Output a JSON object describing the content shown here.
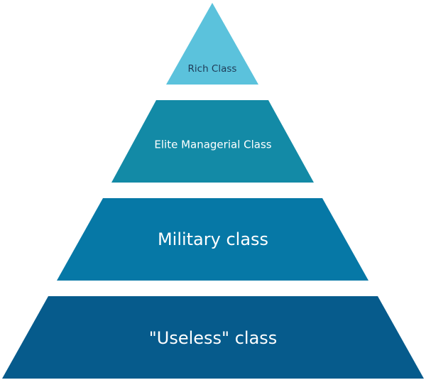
{
  "diagram": {
    "tiers": [
      {
        "label": "Rich Class",
        "fill": "#5bc2dc",
        "text_color": "#1f3b57"
      },
      {
        "label": "Elite Managerial Class",
        "fill": "#138aa6",
        "text_color": "#ffffff"
      },
      {
        "label": "Military class",
        "fill": "#0678a6",
        "text_color": "#ffffff"
      },
      {
        "label": "\"Useless\" class",
        "fill": "#065b8c",
        "text_color": "#ffffff"
      }
    ]
  }
}
